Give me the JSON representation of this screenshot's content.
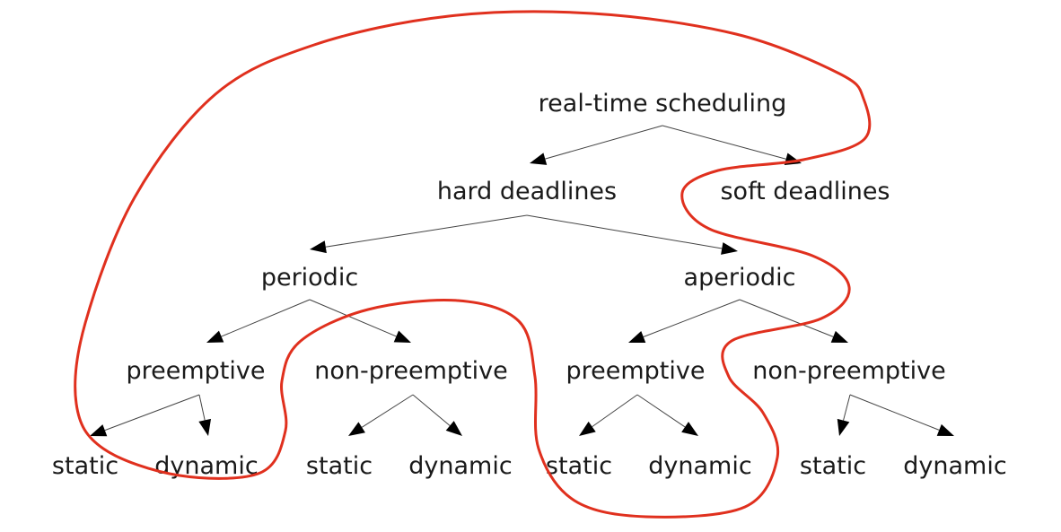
{
  "title": "real-time scheduling tree",
  "nodes": {
    "root": "real-time scheduling",
    "hard": "hard deadlines",
    "soft": "soft deadlines",
    "periodic": "periodic",
    "aperiodic": "aperiodic",
    "p_pre": "preemptive",
    "p_nonpre": "non-preemptive",
    "a_pre": "preemptive",
    "a_nonpre": "non-preemptive",
    "p_pre_static": "static",
    "p_pre_dynamic": "dynamic",
    "p_nonpre_static": "static",
    "p_nonpre_dynamic": "dynamic",
    "a_pre_static": "static",
    "a_pre_dynamic": "dynamic",
    "a_nonpre_static": "static",
    "a_nonpre_dynamic": "dynamic"
  },
  "colors": {
    "highlight": "#e0301e",
    "edge": "#444444",
    "text": "#1a1a1a"
  }
}
